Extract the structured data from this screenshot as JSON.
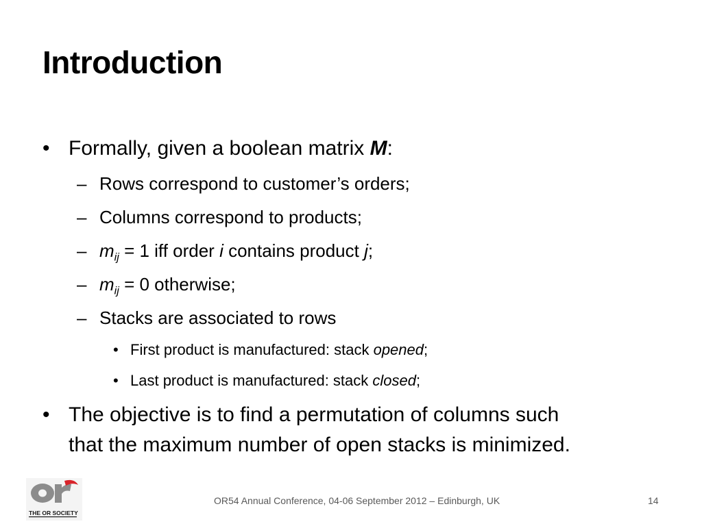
{
  "slide": {
    "title": "Introduction",
    "bullets": {
      "b1": {
        "marker": "•",
        "text": "Formally, given a boolean matrix ",
        "emph": "M",
        "suffix": ":"
      },
      "s1": {
        "marker": "–",
        "text": "Rows correspond to customer’s orders;"
      },
      "s2": {
        "marker": "–",
        "text": "Columns correspond to products;"
      },
      "s3": {
        "marker": "–",
        "var": "m",
        "sub": "ij",
        "part1": " = 1 iff order ",
        "i": "i",
        "part2": " contains product ",
        "j": "j",
        "end": ";"
      },
      "s4": {
        "marker": "–",
        "var": "m",
        "sub": "ij",
        "part1": " = 0 otherwise;"
      },
      "s5": {
        "marker": "–",
        "text": "Stacks are associated to rows"
      },
      "t1": {
        "marker": "•",
        "text": "First product is manufactured: stack ",
        "emph": "opened",
        "end": ";"
      },
      "t2": {
        "marker": "•",
        "text": "Last product is manufactured: stack ",
        "emph": "closed",
        "end": ";"
      },
      "b2": {
        "marker": "•",
        "line1": "The objective is to find a permutation of columns such",
        "line2": "that the maximum number of open stacks is minimized."
      }
    }
  },
  "footer": {
    "text": "OR54 Annual Conference, 04-06 September 2012 – Edinburgh, UK",
    "page_number": "14"
  },
  "logo": {
    "icon": "or-society-logo",
    "letters": "or",
    "caption": "THE OR SOCIETY",
    "colors": {
      "grey": "#8c8c8c",
      "red": "#d8232a",
      "dark": "#1a1a1a"
    }
  }
}
